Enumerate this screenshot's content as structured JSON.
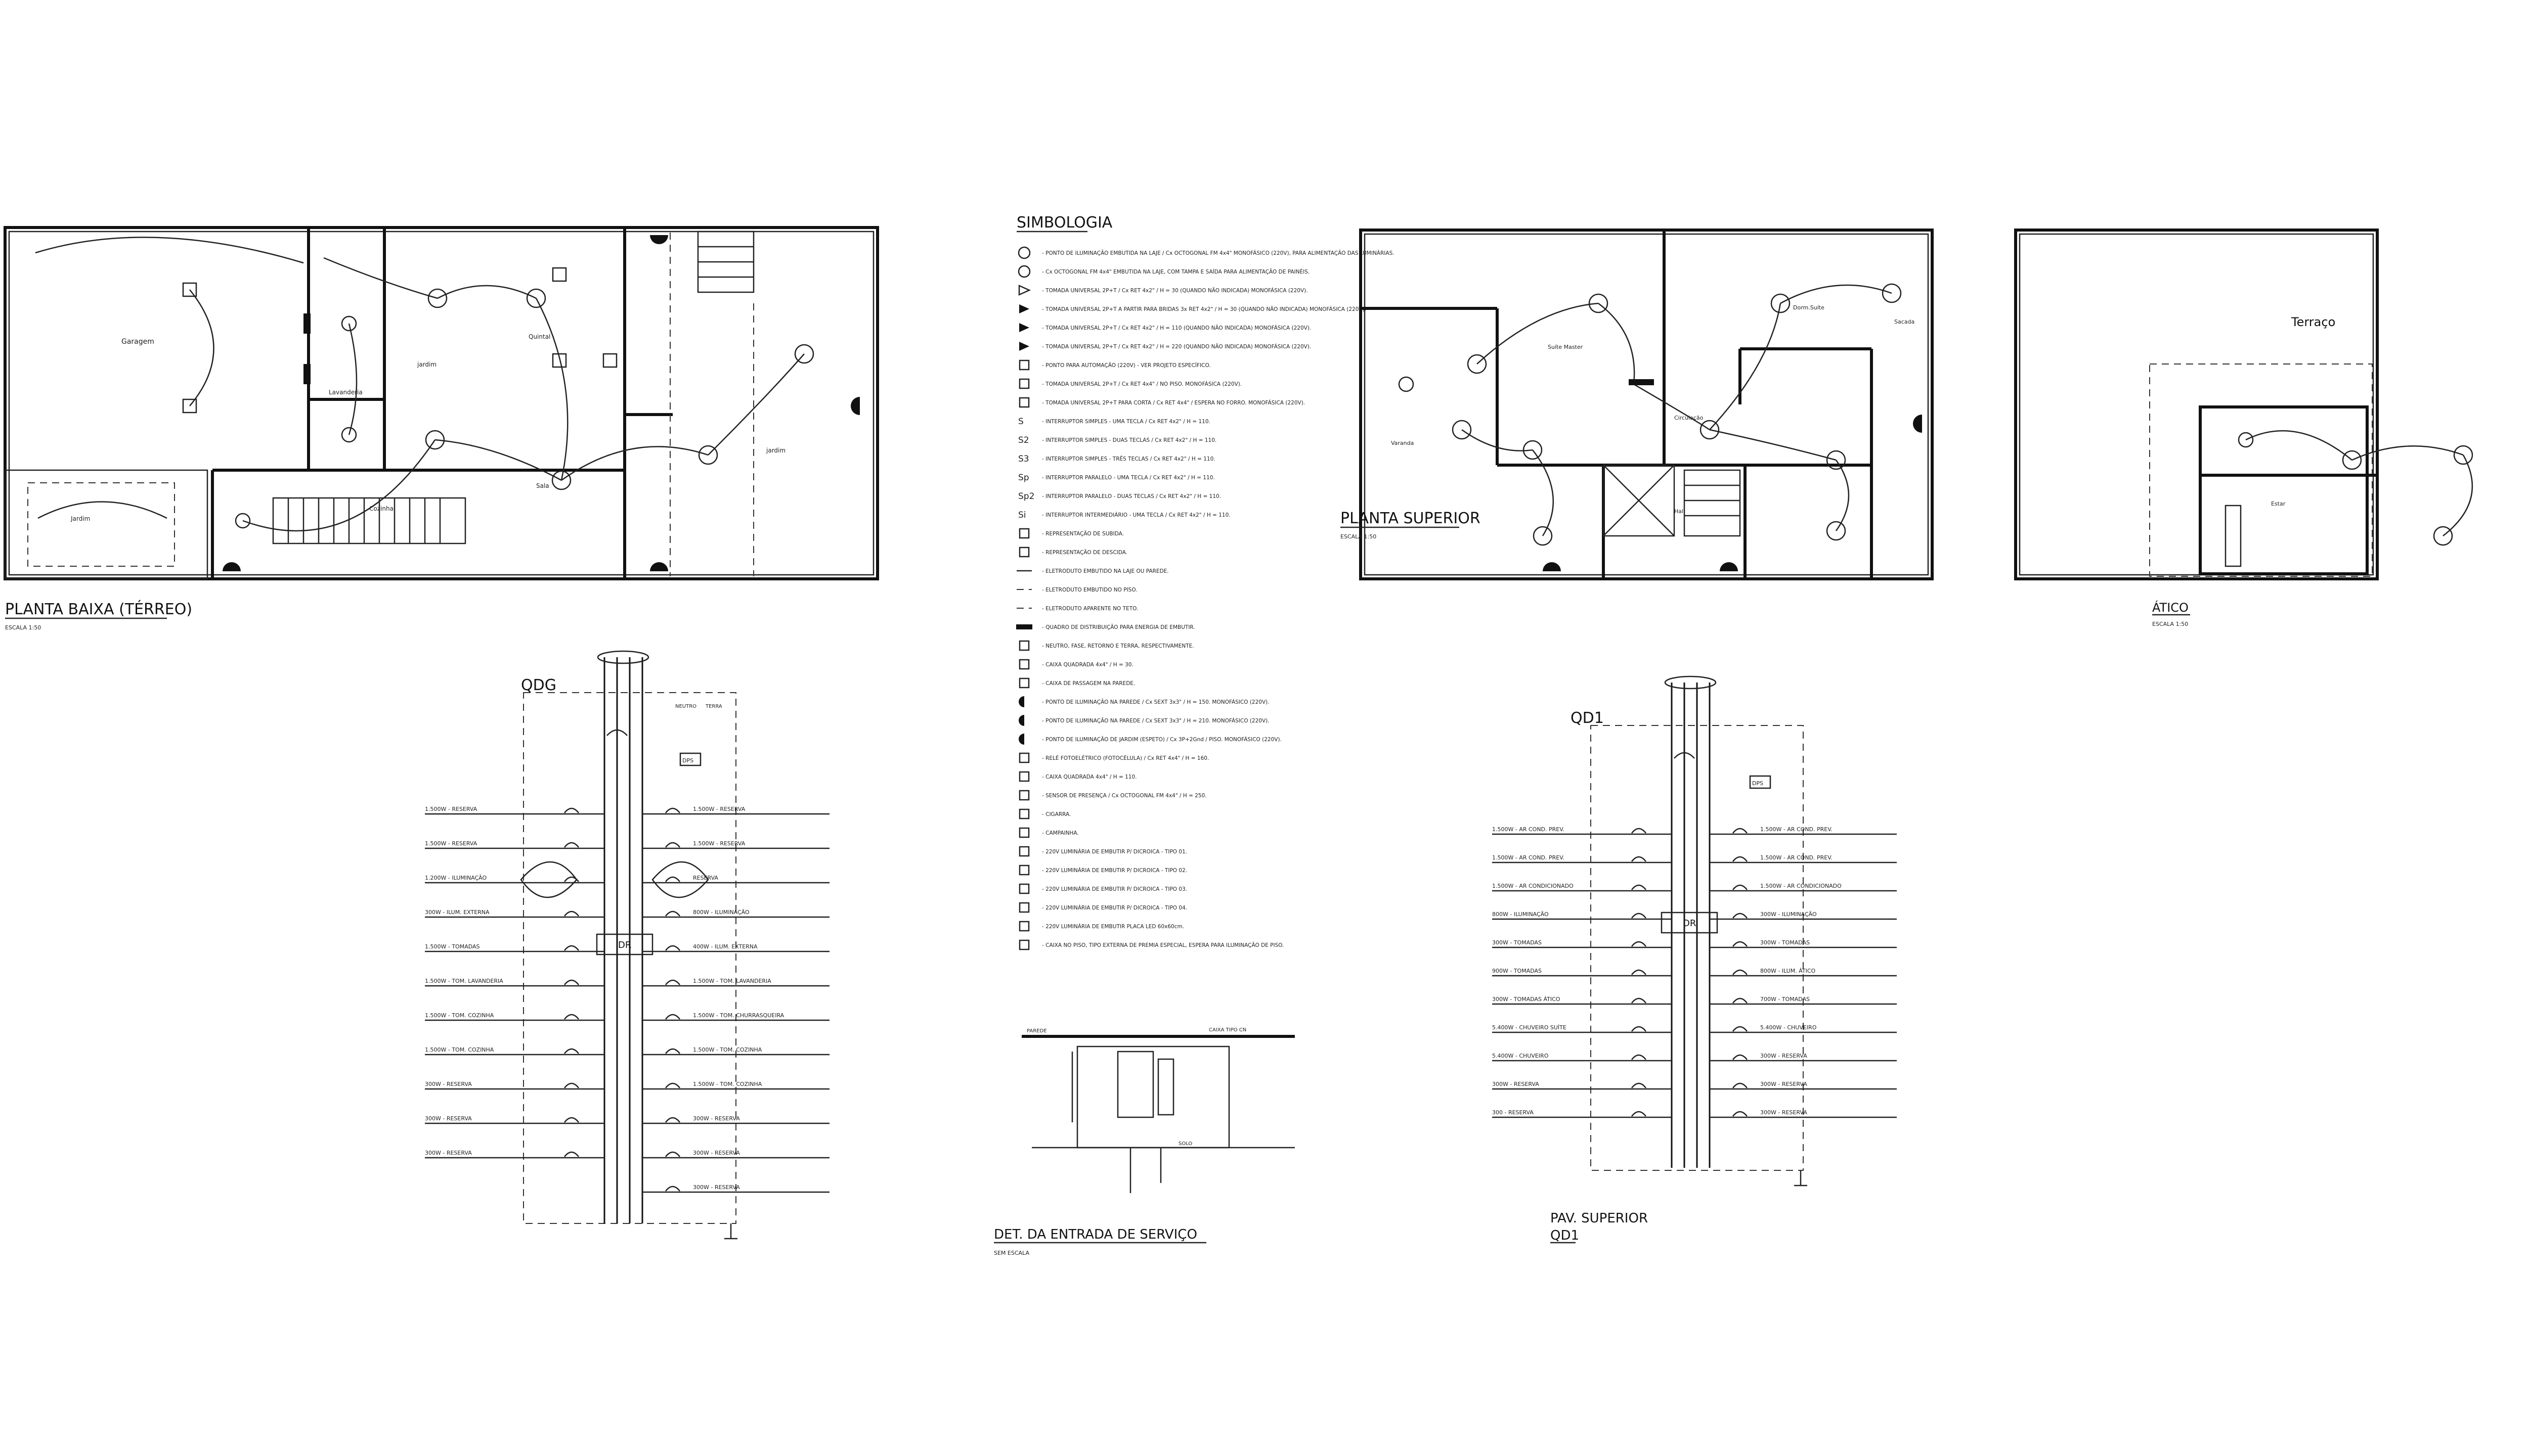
{
  "titles": {
    "planta_baixa": "PLANTA BAIXA (TÉRREO)",
    "planta_superior": "PLANTA SUPERIOR",
    "atico": "ÁTICO",
    "simbologia": "SIMBOLOGIA",
    "qdg": "QDG",
    "qd1": "QD1",
    "pav_superior": "PAV. SUPERIOR",
    "pav_superior_qd1": "QD1",
    "det_entrada": "DET. DA ENTRADA DE SERVIÇO",
    "sem_escala": "SEM ESCALA",
    "escala": "ESCALA 1:50"
  },
  "rooms": {
    "garagem": "Garagem",
    "jardim_frente": "Jardim",
    "lavanderia": "Lavanderia",
    "jardim": "jardim",
    "quintal": "Quintal",
    "cozinha": "Cozinha",
    "sala": "Sala",
    "jardim2": "jardim",
    "terraco": "Terraço",
    "estar": "Estar",
    "suite_master": "Suíte Master",
    "dorm_suite": "Dorm.Suíte",
    "circulacao": "Circulação",
    "varanda": "Varanda",
    "sacada": "Sacada",
    "hall": "Hall"
  },
  "labels": {
    "dr": "DR",
    "dr2": "DR",
    "dps": "DPS",
    "dps2": "DPS",
    "neutro": "NEUTRO",
    "terra": "TERRA",
    "reserva": "RESERVA",
    "caixa_cpfl": "CAIXA TIPO CN",
    "parede": "PAREDE",
    "solo": "SOLO"
  },
  "simbologia": [
    {
      "sym": "circle",
      "text": "PONTO DE ILUMINAÇÃO EMBUTIDA NA LAJE / Cx OCTOGONAL FM 4x4\" MONOFÁSICO (220V), PARA ALIMENTAÇÃO DAS LUMINÁRIAS."
    },
    {
      "sym": "circle-x",
      "text": "Cx OCTOGONAL FM 4x4\" EMBUTIDA NA LAJE, COM TAMPA E SAÍDA PARA ALIMENTAÇÃO DE PAINÉIS."
    },
    {
      "sym": "tri",
      "text": "TOMADA UNIVERSAL 2P+T / Cx RET 4x2\" / H = 30 (QUANDO NÃO INDICADA) MONOFÁSICA (220V)."
    },
    {
      "sym": "tri-half",
      "text": "TOMADA UNIVERSAL 2P+T A PARTIR PARA BRIDAS 3x RET 4x2\" / H = 30 (QUANDO NÃO INDICADA) MONOFÁSICA (220V)."
    },
    {
      "sym": "tri-fill",
      "text": "TOMADA UNIVERSAL 2P+T / Cx RET 4x2\" / H = 110 (QUANDO NÃO INDICADA) MONOFÁSICA (220V)."
    },
    {
      "sym": "tri-fill2",
      "text": "TOMADA UNIVERSAL 2P+T / Cx RET 4x2\" / H = 220 (QUANDO NÃO INDICADA) MONOFÁSICA (220V)."
    },
    {
      "sym": "sq-x",
      "text": "PONTO PARA AUTOMAÇÃO (220V) - VER PROJETO ESPECÍFICO."
    },
    {
      "sym": "hex",
      "text": "TOMADA UNIVERSAL 2P+T / Cx RET 4x4\" / NO PISO. MONOFÁSICA (220V)."
    },
    {
      "sym": "hex2",
      "text": "TOMADA UNIVERSAL 2P+T PARA CORTA / Cx RET 4x4\" / ESPERA NO FORRO. MONOFÁSICA (220V)."
    },
    {
      "sym": "S",
      "text": "INTERRUPTOR SIMPLES - UMA TECLA / Cx RET 4x2\" / H = 110."
    },
    {
      "sym": "S2",
      "text": "INTERRUPTOR SIMPLES - DUAS TECLAS / Cx RET 4x2\" / H = 110."
    },
    {
      "sym": "S3",
      "text": "INTERRUPTOR SIMPLES - TRÊS TECLAS / Cx RET 4x2\" / H = 110."
    },
    {
      "sym": "Sp",
      "text": "INTERRUPTOR PARALELO - UMA TECLA / Cx RET 4x2\" / H = 110."
    },
    {
      "sym": "Sp2",
      "text": "INTERRUPTOR PARALELO - DUAS TECLAS / Cx RET 4x2\" / H = 110."
    },
    {
      "sym": "Si",
      "text": "INTERRUPTOR INTERMEDIÁRIO - UMA TECLA / Cx RET 4x2\" / H = 110."
    },
    {
      "sym": "arrow-up",
      "text": "REPRESENTAÇÃO DE SUBIDA."
    },
    {
      "sym": "arrow-down",
      "text": "REPRESENTAÇÃO DE DESCIDA."
    },
    {
      "sym": "line",
      "text": "ELETRODUTO EMBUTIDO NA LAJE OU PAREDE."
    },
    {
      "sym": "dashline",
      "text": "ELETRODUTO EMBUTIDO NO PISO."
    },
    {
      "sym": "dotline",
      "text": "ELETRODUTO APARENTE NO TETO."
    },
    {
      "sym": "bar",
      "text": "QUADRO DE DISTRIBUIÇÃO PARA ENERGIA DE EMBUTIR."
    },
    {
      "sym": "wires",
      "text": "NEUTRO, FASE, RETORNO E TERRA, RESPECTIVAMENTE."
    },
    {
      "sym": "sq",
      "text": "CAIXA QUADRADA 4x4\" / H = 30."
    },
    {
      "sym": "rect",
      "text": "CAIXA DE PASSAGEM NA PAREDE."
    },
    {
      "sym": "half-circ",
      "text": "PONTO DE ILUMINAÇÃO NA PAREDE / Cx SEXT 3x3\" / H = 150. MONOFÁSICO (220V)."
    },
    {
      "sym": "half-circ2",
      "text": "PONTO DE ILUMINAÇÃO NA PAREDE / Cx SEXT 3x3\" / H = 210. MONOFÁSICO (220V)."
    },
    {
      "sym": "half-circ3",
      "text": "PONTO DE ILUMINAÇÃO DE JARDIM (ESPETO) / Cx 3P+2Gnd / PISO. MONOFÁSICO (220V)."
    },
    {
      "sym": "rele",
      "text": "RELÉ FOTOELÉTRICO (FOTOCÉLULA) / Cx RET 4x4\" / H = 160."
    },
    {
      "sym": "sq-dot",
      "text": "CAIXA QUADRADA 4x4\" / H = 110."
    },
    {
      "sym": "sensor",
      "text": "SENSOR DE PRESENÇA / Cx OCTOGONAL FM 4x4\" / H = 250."
    },
    {
      "sym": "cig",
      "text": "CIGARRA."
    },
    {
      "sym": "camp",
      "text": "CAMPAINHA."
    },
    {
      "sym": "lum1",
      "text": "220V LUMINÁRIA DE EMBUTIR P/ DICROICA - TIPO 01."
    },
    {
      "sym": "lum2",
      "text": "220V LUMINÁRIA DE EMBUTIR P/ DICROICA - TIPO 02."
    },
    {
      "sym": "lum3",
      "text": "220V LUMINÁRIA DE EMBUTIR P/ DICROICA - TIPO 03."
    },
    {
      "sym": "lum4",
      "text": "220V LUMINÁRIA DE EMBUTIR P/ DICROICA - TIPO 04."
    },
    {
      "sym": "led",
      "text": "220V LUMINÁRIA DE EMBUTIR PLACA LED 60x60cm."
    },
    {
      "sym": "piso",
      "text": "CAIXA NO PISO, TIPO EXTERNA DE PREMIA ESPECIAL, ESPERA PARA ILUMINAÇÃO DE PISO."
    }
  ],
  "qdg": {
    "left": [
      "1.500W - RESERVA",
      "1.500W - RESERVA",
      "1.200W - ILUMINAÇÃO",
      "300W - ILUM. EXTERNA",
      "1.500W - TOMADAS",
      "1.500W - TOM. LAVANDERIA",
      "1.500W - TOM. COZINHA",
      "1.500W - TOM. COZINHA",
      "300W - RESERVA",
      "300W - RESERVA",
      "300W - RESERVA"
    ],
    "right": [
      "1.500W - RESERVA",
      "1.500W - RESERVA",
      "RESERVA",
      "800W - ILUMINAÇÃO",
      "400W - ILUM. EXTERNA",
      "1.500W - TOM. LAVANDERIA",
      "1.500W - TOM. CHURRASQUEIRA",
      "1.500W - TOM. COZINHA",
      "1.500W - TOM. COZINHA",
      "300W - RESERVA",
      "300W - RESERVA",
      "300W - RESERVA"
    ]
  },
  "qd1": {
    "left": [
      "1.500W - AR COND. PREV.",
      "1.500W - AR COND. PREV.",
      "1.500W - AR CONDICIONADO",
      "800W - ILUMINAÇÃO",
      "300W - TOMADAS",
      "900W - TOMADAS",
      "300W - TOMADAS ÁTICO",
      "5.400W - CHUVEIRO SUÍTE",
      "5.400W - CHUVEIRO",
      "300W - RESERVA",
      "300 - RESERVA"
    ],
    "right": [
      "1.500W - AR COND. PREV.",
      "1.500W - AR COND. PREV.",
      "1.500W - AR CONDICIONADO",
      "300W - ILUMINAÇÃO",
      "300W - TOMADAS",
      "800W - ILUM. ÁTICO",
      "700W - TOMADAS",
      "5.400W - CHUVEIRO",
      "300W - RESERVA",
      "300W - RESERVA",
      "300W - RESERVA"
    ]
  }
}
